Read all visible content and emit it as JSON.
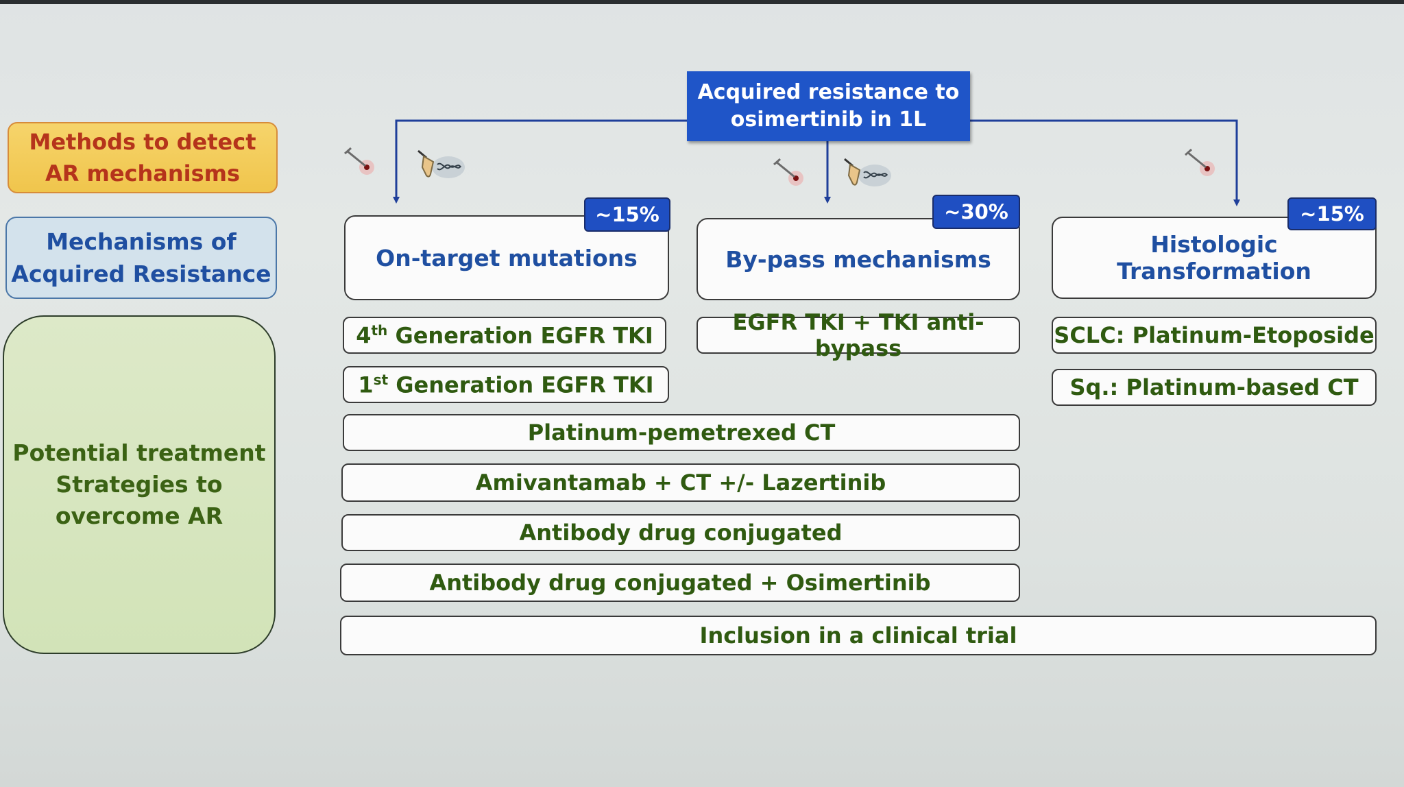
{
  "root": {
    "line1": "Acquired resistance to",
    "line2": "osimertinib in 1L"
  },
  "legend": {
    "methods": {
      "line1": "Methods to detect",
      "line2": "AR mechanisms"
    },
    "mechanisms": {
      "line1": "Mechanisms of",
      "line2": "Acquired Resistance"
    },
    "treatments": {
      "line1": "Potential treatment",
      "line2": "Strategies to",
      "line3": "overcome AR"
    }
  },
  "mechanisms": [
    {
      "label": "On-target mutations",
      "percent": "~15%"
    },
    {
      "label": "By-pass mechanisms",
      "percent": "~30%"
    },
    {
      "label": "Histologic Transformation",
      "percent": "~15%"
    }
  ],
  "detection_icons": [
    [
      "biopsy-needle-icon",
      "liquid-biopsy-dna-icon"
    ],
    [
      "biopsy-needle-icon",
      "liquid-biopsy-dna-icon"
    ],
    [
      "biopsy-needle-icon"
    ]
  ],
  "treatments": {
    "gen4": {
      "num": "4",
      "sup": "th",
      "text": " Generation EGFR TKI"
    },
    "gen1": {
      "num": "1",
      "sup": "st",
      "text": " Generation EGFR TKI"
    },
    "bypass": "EGFR TKI + TKI anti-bypass",
    "sclc": "SCLC: Platinum-Etoposide",
    "sq": "Sq.: Platinum-based CT",
    "shared": [
      "Platinum-pemetrexed CT",
      "Amivantamab + CT +/- Lazertinib",
      "Antibody drug conjugated",
      "Antibody drug conjugated + Osimertinib"
    ],
    "all": "Inclusion in a clinical trial"
  },
  "colors": {
    "root_fill": "#1f55c8",
    "badge_fill": "#1f4fc2",
    "connector": "#1f3f9a",
    "mechanism_text": "#1f4fa1",
    "treatment_text": "#2f5a10",
    "methods_fill": "#f3cb55",
    "methods_text": "#b5341b"
  }
}
